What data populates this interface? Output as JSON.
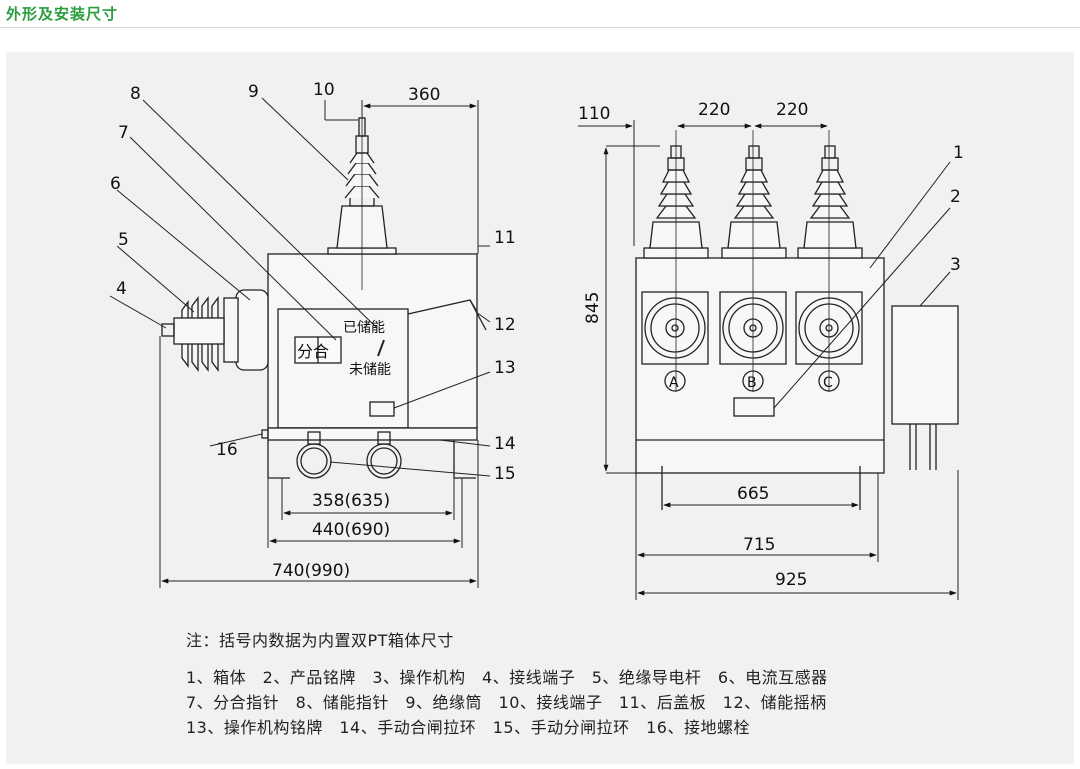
{
  "header": {
    "title": "外形及安装尺寸"
  },
  "side_view": {
    "callouts": [
      "8",
      "7",
      "6",
      "5",
      "4",
      "9",
      "10",
      "11",
      "12",
      "13",
      "14",
      "15",
      "16"
    ],
    "dimensions": {
      "d360": "360",
      "d358": "358(635)",
      "d440": "440(690)",
      "d740": "740(990)"
    },
    "panel_labels": {
      "open_close": "分合",
      "charged": "已储能",
      "uncharged": "未储能"
    }
  },
  "front_view": {
    "callouts": [
      "1",
      "2",
      "3"
    ],
    "dimensions": {
      "d110": "110",
      "d220a": "220",
      "d220b": "220",
      "d845": "845",
      "d665": "665",
      "d715": "715",
      "d925": "925"
    },
    "phases": [
      "A",
      "B",
      "C"
    ]
  },
  "notes": {
    "remark": "注：括号内数据为内置双PT箱体尺寸",
    "legend": [
      "1、箱体　2、产品铭牌　3、操作机构　4、接线端子　5、绝缘导电杆　6、电流互感器",
      "7、分合指针　8、储能指针　9、绝缘筒　10、接线端子　11、后盖板　12、储能摇柄",
      "13、操作机构铭牌　14、手动合闸拉环　15、手动分闸拉环　16、接地螺栓"
    ]
  }
}
